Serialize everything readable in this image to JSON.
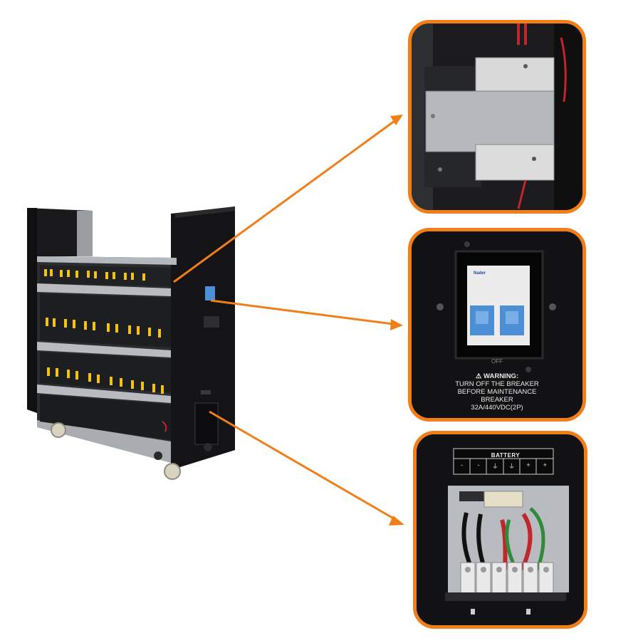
{
  "panels": {
    "breaker": {
      "off_label": "OFF",
      "warning_line1": "⚠ WARNING:",
      "warning_line2": "TURN OFF THE BREAKER",
      "warning_line3": "BEFORE MAINTENANCE",
      "warning_line4": "BREAKER",
      "warning_line5": "32A/440VDC(2P)",
      "brand": "Nader"
    },
    "terminal": {
      "battery_label": "BATTERY",
      "terminal_marks": [
        "-",
        "-",
        "⏚",
        "⏚",
        "+",
        "+"
      ]
    }
  },
  "colors": {
    "accent": "#f07f1a",
    "cabinet": "#151517",
    "battery_tab": "#f2c21a",
    "breaker_blue": "#4d8fd6"
  }
}
